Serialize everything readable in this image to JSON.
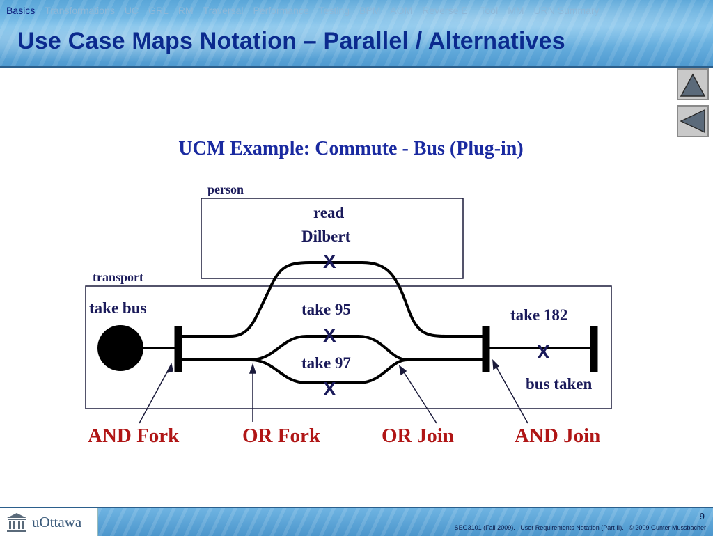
{
  "nav": {
    "items": [
      "Basics",
      "Transformations",
      "UC",
      "GRL",
      "RM",
      "Traversal",
      "Performance",
      "Testing",
      "BPM",
      "AOM",
      "Reverse E.",
      "Tool",
      "MM",
      "URN Summary"
    ]
  },
  "title": "Use Case Maps Notation – Parallel / Alternatives",
  "nav_buttons": {
    "up": "up-arrow-icon",
    "back": "left-arrow-icon"
  },
  "diagram": {
    "heading": "UCM Example: Commute - Bus (Plug-in)",
    "components": {
      "person": "person",
      "transport": "transport"
    },
    "responsibilities": {
      "read": "read",
      "dilbert": "Dilbert",
      "take95": "take 95",
      "take97": "take 97",
      "take182": "take 182"
    },
    "start_point": "take bus",
    "end_point": "bus taken",
    "x_mark": "X",
    "annotations": [
      "AND Fork",
      "OR Fork",
      "OR Join",
      "AND Join"
    ]
  },
  "footer": {
    "logo": "uOttawa",
    "page": "9",
    "course": "SEG3101 (Fall 2009).",
    "subject": "User Requirements Notation (Part II).",
    "copyright": "© 2009 Gunter Mussbacher"
  },
  "colors": {
    "title": "#0b2a8e",
    "heading": "#1a2aa0",
    "annotation": "#b01616"
  }
}
